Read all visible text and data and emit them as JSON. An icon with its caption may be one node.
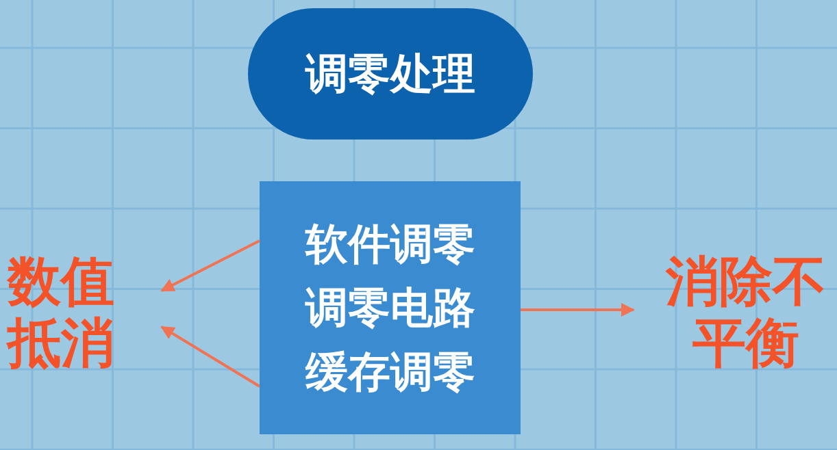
{
  "diagram": {
    "nodes": [
      {
        "text": [
          "调零处理"
        ]
      },
      {
        "text": [
          "软件调零",
          "调零电路",
          "缓存调零"
        ]
      },
      {
        "text": [
          "数值抵消"
        ]
      },
      {
        "text": [
          "消除不平衡"
        ]
      }
    ],
    "edges": [
      {
        "from": 1,
        "to": 2,
        "arrow": "to"
      },
      {
        "from": 1,
        "to": 2,
        "arrow": "to"
      },
      {
        "from": 1,
        "to": 3,
        "arrow": "to"
      }
    ]
  }
}
